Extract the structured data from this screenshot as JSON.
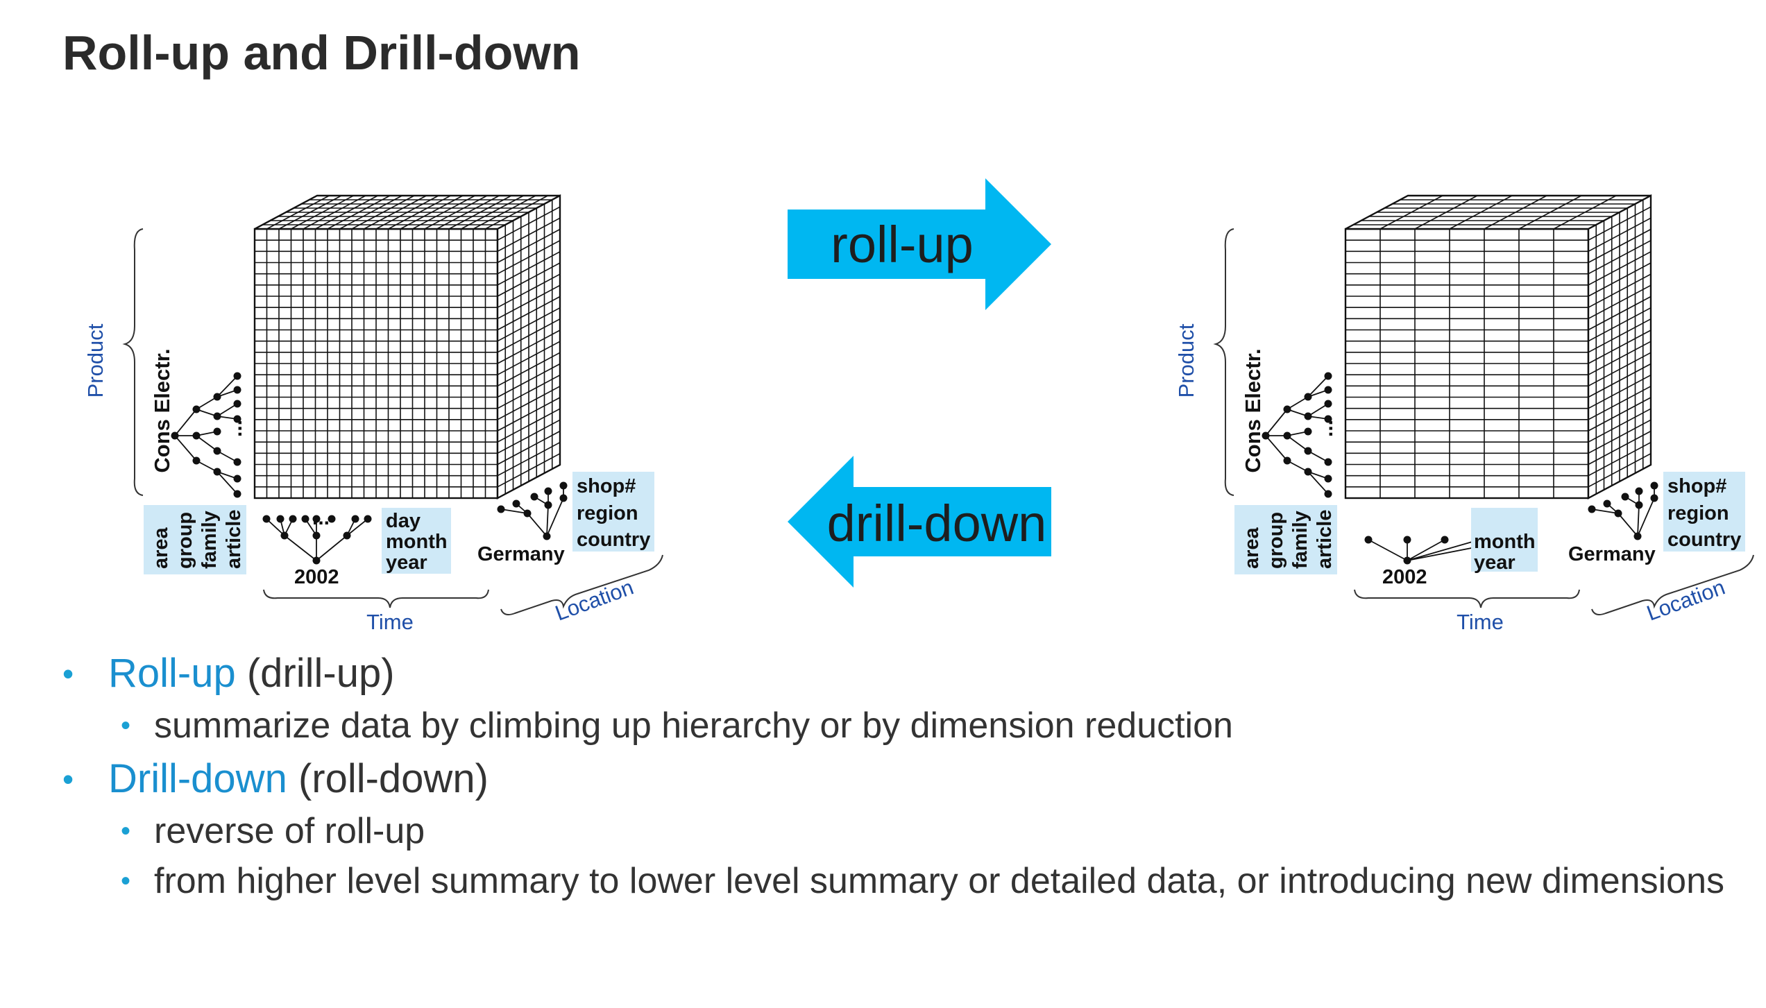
{
  "title": "Roll-up and Drill-down",
  "arrows": {
    "rollup": "roll-up",
    "drilldown": "drill-down",
    "color": "#00b7f1"
  },
  "left_cube": {
    "product_axis": "Product",
    "product_root": "Cons Electr.",
    "product_levels": [
      "area",
      "group",
      "family",
      "article"
    ],
    "time_root": "2002",
    "time_levels": [
      "day",
      "month",
      "year"
    ],
    "time_axis": "Time",
    "location_root": "Germany",
    "location_levels": [
      "shop#",
      "region",
      "country"
    ],
    "location_axis": "Location",
    "ellipsis": "..."
  },
  "right_cube": {
    "product_axis": "Product",
    "product_root": "Cons Electr.",
    "product_levels": [
      "area",
      "group",
      "family",
      "article"
    ],
    "time_root": "2002",
    "time_levels": [
      "month",
      "year"
    ],
    "time_axis": "Time",
    "location_root": "Germany",
    "location_levels": [
      "shop#",
      "region",
      "country"
    ],
    "location_axis": "Location",
    "ellipsis": "..."
  },
  "highlight_color": "#cfe9f7",
  "axis_color": "#1f4fa8",
  "bullets": [
    {
      "keyword": "Roll-up",
      "rest": " (drill-up)",
      "subs": [
        "summarize data by climbing up hierarchy or by dimension reduction"
      ]
    },
    {
      "keyword": "Drill-down",
      "rest": " (roll-down)",
      "subs": [
        "reverse of roll-up",
        "from higher level summary to lower level summary or detailed data, or introducing new dimensions"
      ]
    }
  ]
}
